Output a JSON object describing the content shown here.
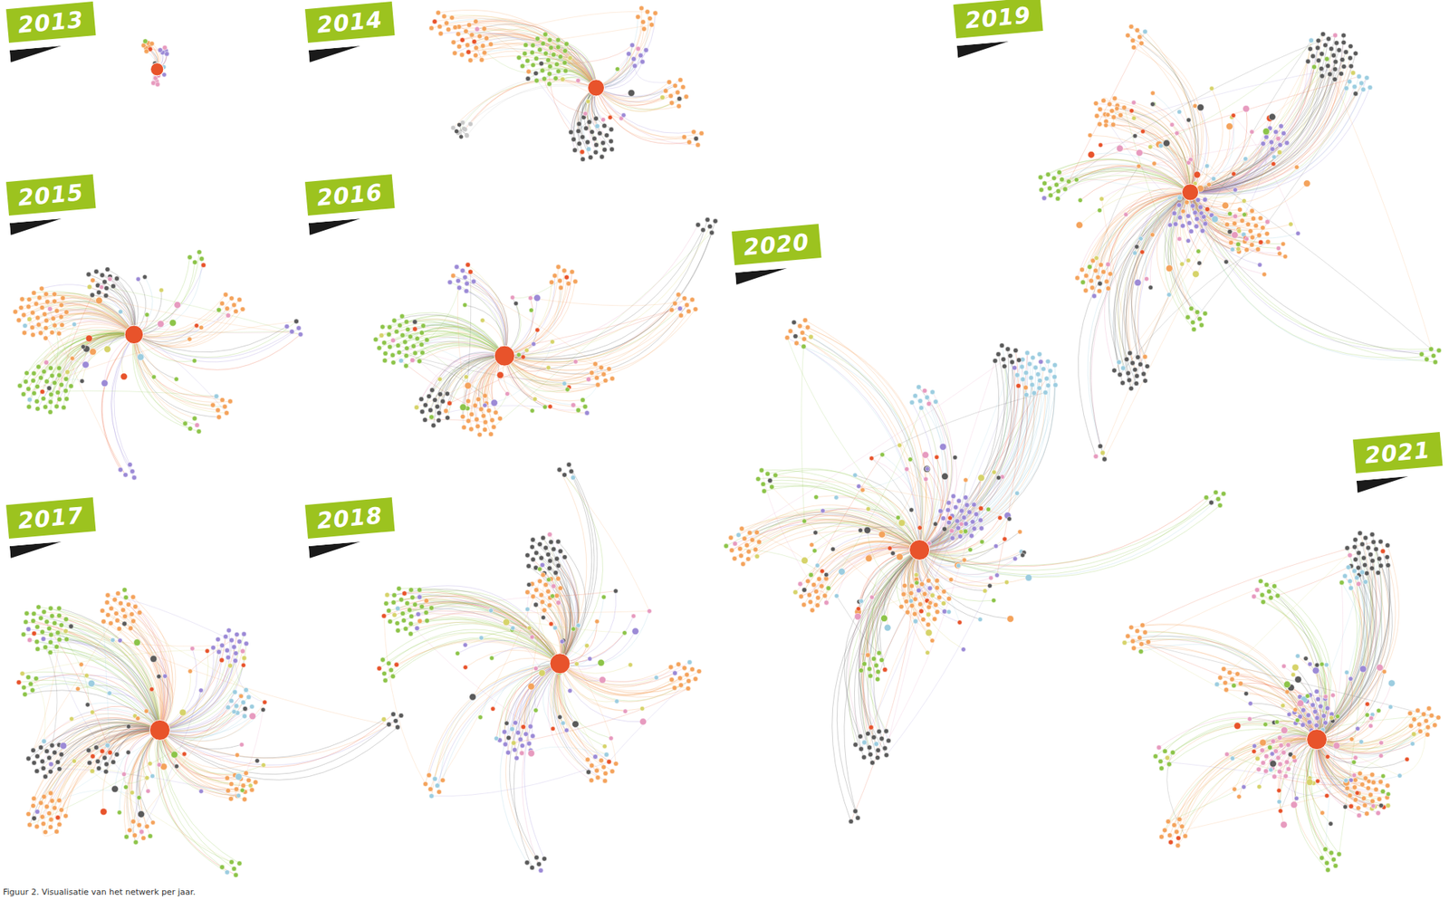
{
  "diagram": {
    "caption": "Figuur 2. Visualisatie van het netwerk per jaar.",
    "nodes": [
      {
        "text": [
          "2013"
        ]
      },
      {
        "text": [
          "2014"
        ]
      },
      {
        "text": [
          "2015"
        ]
      },
      {
        "text": [
          "2016"
        ]
      },
      {
        "text": [
          "2017"
        ]
      },
      {
        "text": [
          "2018"
        ]
      },
      {
        "text": [
          "2019"
        ]
      },
      {
        "text": [
          "2020"
        ]
      },
      {
        "text": [
          "2021"
        ]
      }
    ],
    "edges": []
  }
}
